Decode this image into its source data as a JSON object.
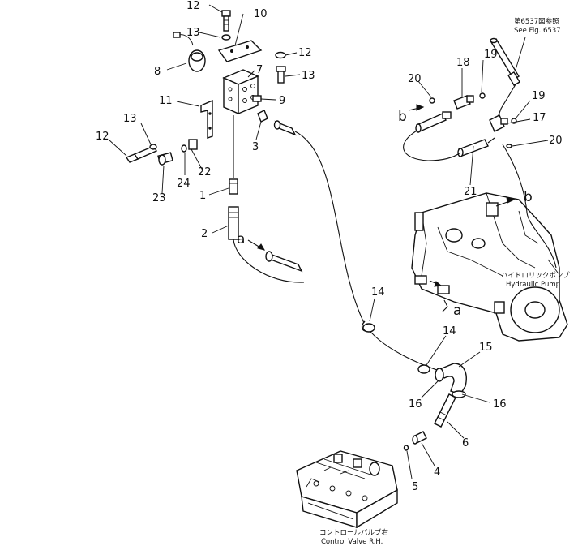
{
  "callouts": {
    "c12a": "12",
    "c10": "10",
    "c13a": "13",
    "c8": "8",
    "c12b": "12",
    "c7": "7",
    "c13b": "13",
    "c11": "11",
    "c9": "9",
    "c13c": "13",
    "c12c": "12",
    "c3": "3",
    "c22": "22",
    "c24": "24",
    "c23": "23",
    "c1": "1",
    "c2": "2",
    "c20a": "20",
    "c18": "18",
    "c19a": "19",
    "c19b": "19",
    "c17": "17",
    "c20b": "20",
    "c21": "21",
    "c14a": "14",
    "c14b": "14",
    "c15": "15",
    "c16a": "16",
    "c16b": "16",
    "c6": "6",
    "c4": "4",
    "c5": "5"
  },
  "letters": {
    "a_top": "a",
    "a_bottom": "a",
    "b_left": "b",
    "b_right": "b"
  },
  "notes": {
    "see_fig_jp": "第6537図参照",
    "see_fig_en": "See Fig. 6537",
    "pump_jp": "ハイドロリックポンプ",
    "pump_en": "Hydraulic Pump",
    "valve_jp": "コントロールバルブ右",
    "valve_en": "Control Valve R.H."
  }
}
